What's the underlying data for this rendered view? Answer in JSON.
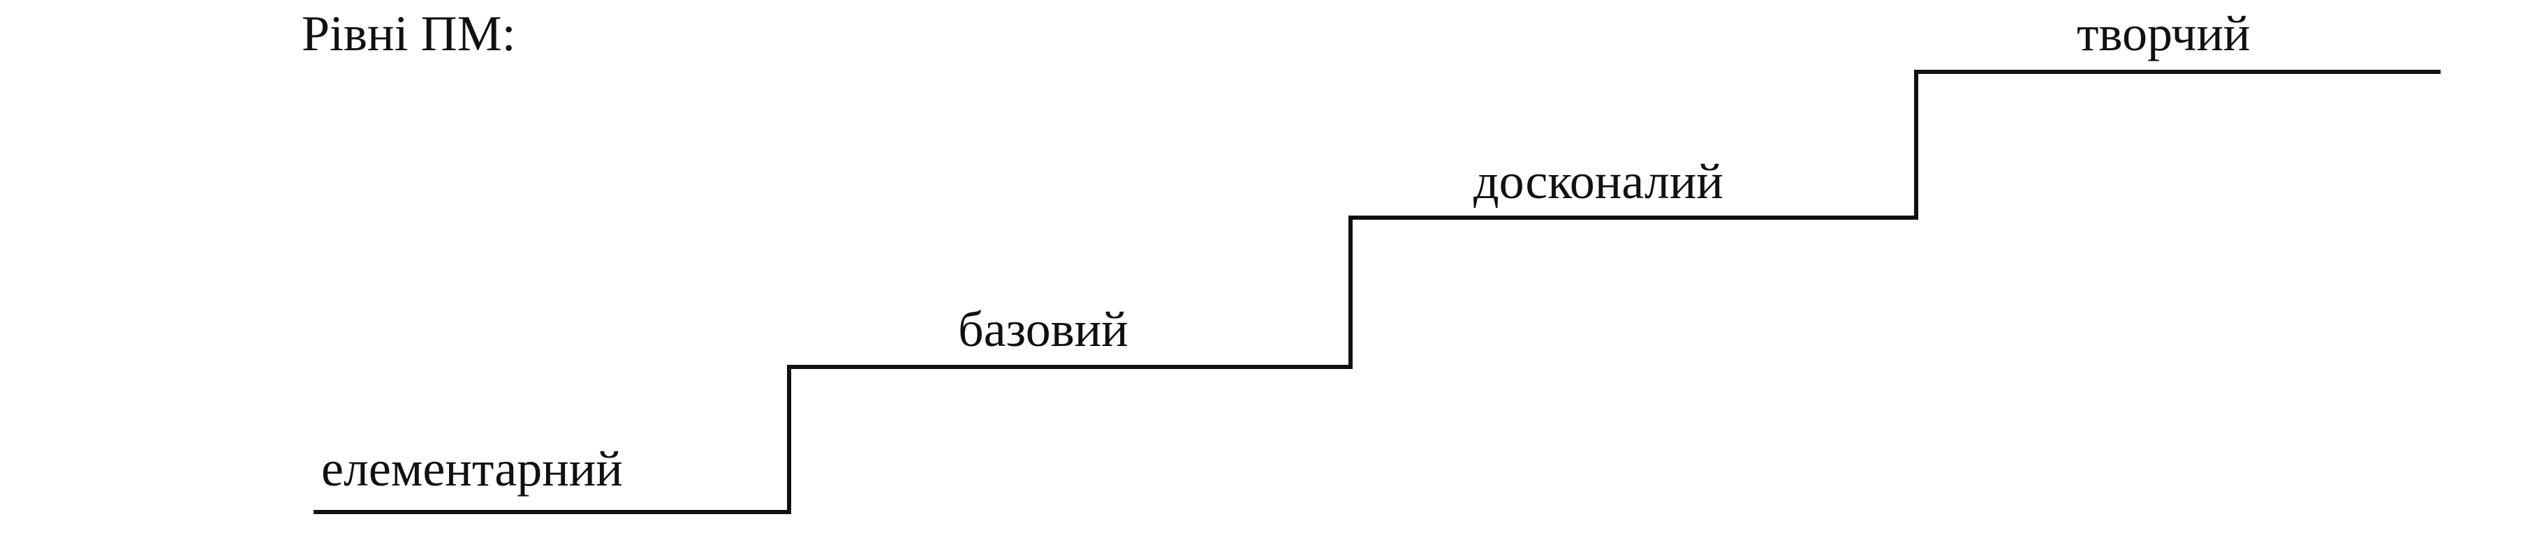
{
  "title": "Рівні ПМ:",
  "levels": [
    {
      "label": "елементарний"
    },
    {
      "label": "базовий"
    },
    {
      "label": "досконалий"
    },
    {
      "label": "творчий"
    }
  ],
  "colors": {
    "ink": "#111111",
    "background": "#ffffff"
  }
}
